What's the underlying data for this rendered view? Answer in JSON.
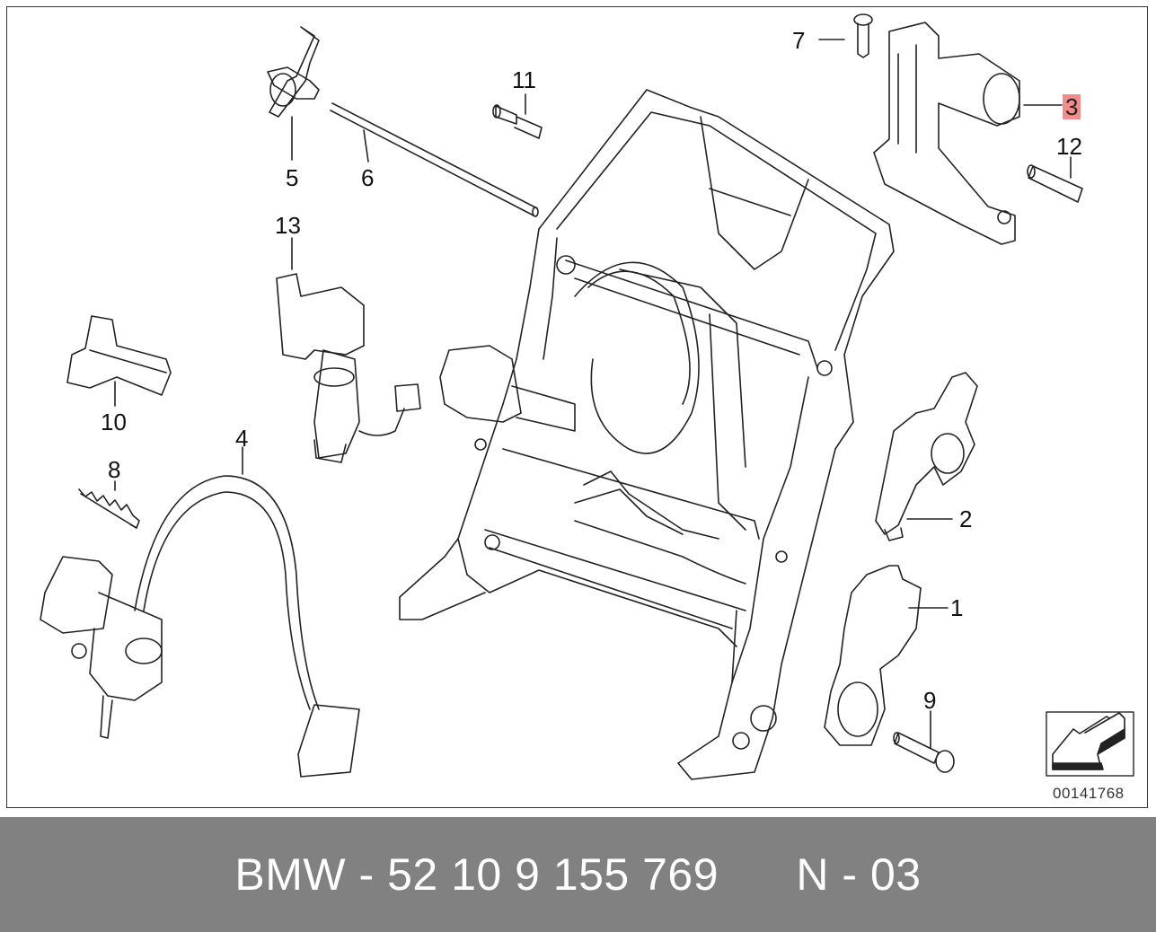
{
  "diagram": {
    "callouts": {
      "c1": "1",
      "c2": "2",
      "c3": "3",
      "c4": "4",
      "c5": "5",
      "c6": "6",
      "c7": "7",
      "c8": "8",
      "c9": "9",
      "c10": "10",
      "c11": "11",
      "c12": "12",
      "c13": "13"
    },
    "highlighted_callout": "3",
    "highlight_color": "#f28b8b",
    "reference_number": "00141768",
    "icons": [
      "view-direction-arrow-icon"
    ]
  },
  "footer": {
    "brand": "BMW",
    "sep1": "-",
    "part_number": "52 10 9 155 769",
    "code_prefix": "N",
    "sep2": "-",
    "code_suffix": "03",
    "background": "#818181"
  }
}
